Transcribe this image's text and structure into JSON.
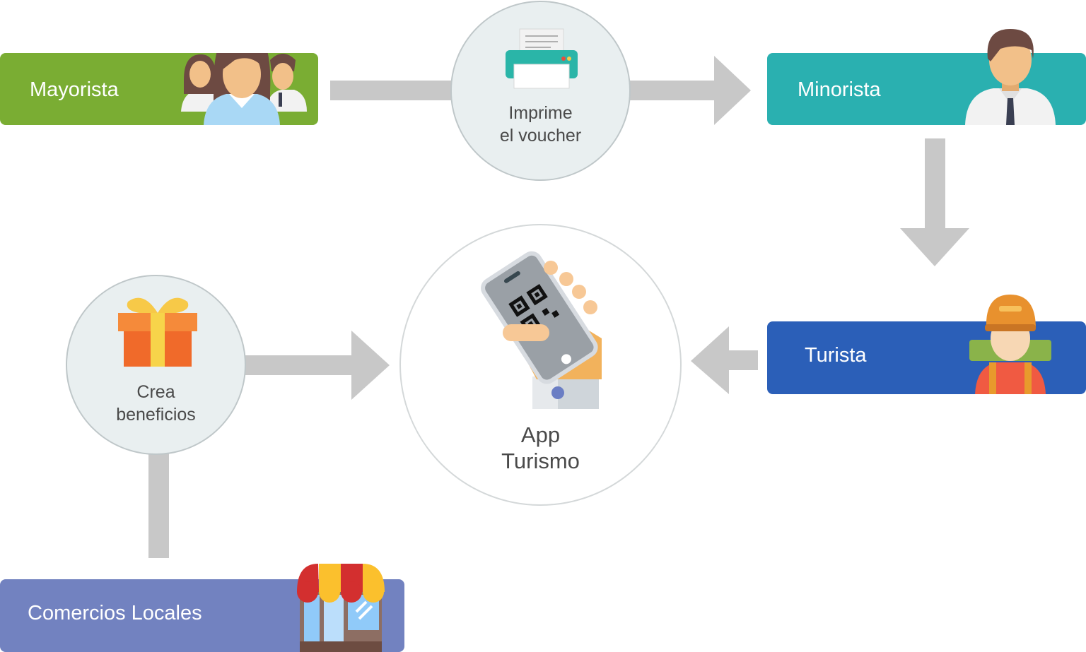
{
  "nodes": {
    "mayorista": {
      "label": "Mayorista",
      "color": "#7aad33"
    },
    "minorista": {
      "label": "Minorista",
      "color": "#2ab0b0"
    },
    "turista": {
      "label": "Turista",
      "color": "#2b5fb8"
    },
    "comercios": {
      "label": "Comercios Locales",
      "color": "#7282c0"
    }
  },
  "steps": {
    "imprime": {
      "line1": "Imprime",
      "line2": "el voucher",
      "icon": "printer-icon"
    },
    "crea": {
      "line1": "Crea",
      "line2": "beneficios",
      "icon": "gift-icon"
    }
  },
  "center": {
    "line1": "App",
    "line2": "Turismo",
    "icon": "phone-qr-icon"
  },
  "arrow_color": "#c8c8c8"
}
